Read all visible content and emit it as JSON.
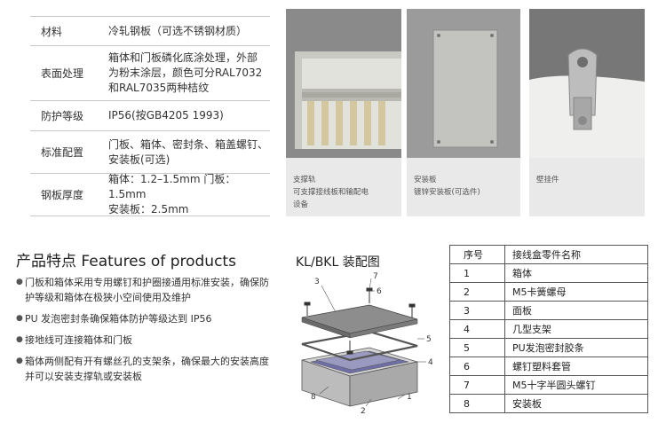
{
  "spec": {
    "rows": [
      {
        "label": "材料",
        "value": "冷轧钢板（可选不锈钢材质）"
      },
      {
        "label": "表面处理",
        "value": "箱体和门板磷化底涂处理，外部\n为粉末涂层，颜色可分RAL7032\n和RAL7035两种桔纹"
      },
      {
        "label": "防护等级",
        "value": "IP56(按GB4205 1993)"
      },
      {
        "label": "标准配置",
        "value": "门板、箱体、密封条、箱盖螺钉、\n安装板(可选)"
      },
      {
        "label": "钢板厚度",
        "value": "箱体：1.2–1.5mm  门板：1.5mm\n安装板：2.5mm"
      }
    ]
  },
  "cards": [
    {
      "caption": "支撑轨\n可支撑接线板和输配电\n设备"
    },
    {
      "caption": "安装板\n镀锌安装板(可选件)"
    },
    {
      "caption": "壁挂件"
    }
  ],
  "features": {
    "title": "产品特点  Features of products",
    "items": [
      "门板和箱体采用专用螺钉和护圈接通用标准安装，确保防护等级和箱体在极狭小空间使用及维护",
      "PU 发泡密封条确保箱体防护等级达到 IP56",
      "接地线可连接箱体和门板",
      "箱体两侧配有开有螺丝孔的支架条，确保最大的安装高度并可以安装支撑轨或安装板"
    ]
  },
  "diagram": {
    "title": "KL/BKL 装配图",
    "labels": [
      "3",
      "7",
      "6",
      "5",
      "4",
      "8",
      "2",
      "1"
    ]
  },
  "parts": {
    "headers": [
      "序号",
      "接线盒零件名称"
    ],
    "rows": [
      [
        "1",
        "箱体"
      ],
      [
        "2",
        "M5卡簧螺母"
      ],
      [
        "3",
        "面板"
      ],
      [
        "4",
        "几型支架"
      ],
      [
        "5",
        "PU发泡密封胶条"
      ],
      [
        "6",
        "螺钉塑料套管"
      ],
      [
        "7",
        "M5十字半圆头螺钉"
      ],
      [
        "8",
        "安装板"
      ]
    ]
  }
}
